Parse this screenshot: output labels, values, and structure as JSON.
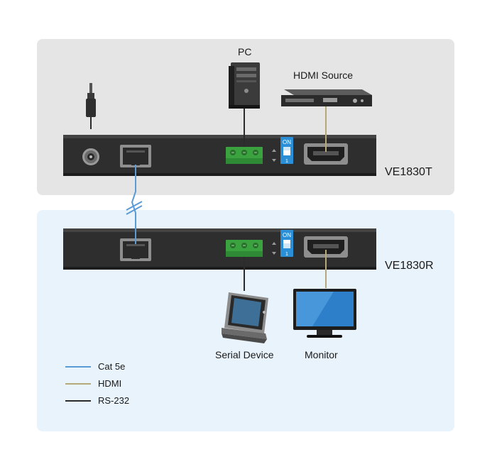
{
  "devices": {
    "transmitter_model": "VE1830T",
    "receiver_model": "VE1830R",
    "pc_label": "PC",
    "hdmi_source_label": "HDMI Source",
    "serial_device_label": "Serial Device",
    "monitor_label": "Monitor",
    "switch_on_label": "ON",
    "switch_num_label": "1"
  },
  "legend": [
    {
      "label": "Cat 5e",
      "color": "#5b9bd5"
    },
    {
      "label": "HDMI",
      "color": "#b5a87a"
    },
    {
      "label": "RS-232",
      "color": "#2b2b2b"
    }
  ],
  "colors": {
    "top_panel": "#e6e5e5",
    "bottom_panel": "#e9f3fb",
    "device_body": "#2e2e2e",
    "terminal_green": "#3aa33f",
    "dip_switch": "#2a8fd6"
  }
}
